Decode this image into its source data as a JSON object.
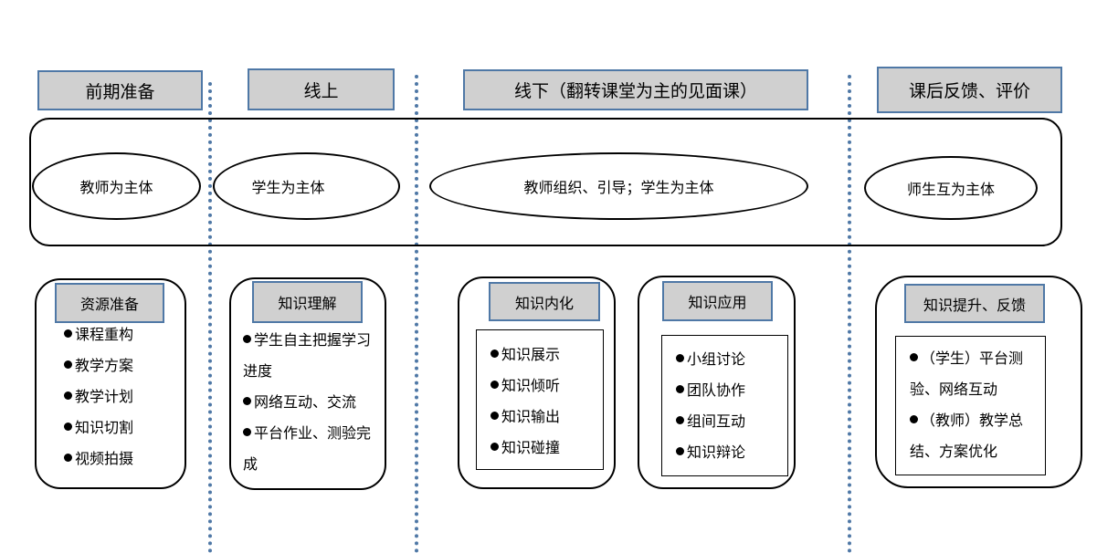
{
  "headers": {
    "prep": "前期准备",
    "online": "线上",
    "offline": "线下（翻转课堂为主的见面课）",
    "after": "课后反馈、评价"
  },
  "subjects": {
    "prep": "教师为主体",
    "online": "学生为主体",
    "offline": "教师组织、引导；学生为主体",
    "after": "师生互为主体"
  },
  "cards": {
    "resource": {
      "title": "资源准备",
      "items": [
        "课程重构",
        "教学方案",
        "教学计划",
        "知识切割",
        "视频拍摄"
      ]
    },
    "understand": {
      "title": "知识理解",
      "items": [
        "学生自主把握学习进度",
        "网络互动、交流",
        "平台作业、测验完成"
      ]
    },
    "internalize": {
      "title": "知识内化",
      "items": [
        "知识展示",
        "知识倾听",
        "知识输出",
        "知识碰撞"
      ]
    },
    "apply": {
      "title": "知识应用",
      "items": [
        "小组讨论",
        "团队协作",
        "组间互动",
        "知识辩论"
      ]
    },
    "improve": {
      "title": "知识提升、反馈",
      "items": [
        "（学生）平台测验、网络互动",
        "（教师）教学总结、方案优化"
      ]
    }
  },
  "colors": {
    "header_fill": "#d0d0d0",
    "accent_border": "#4f78a6"
  }
}
